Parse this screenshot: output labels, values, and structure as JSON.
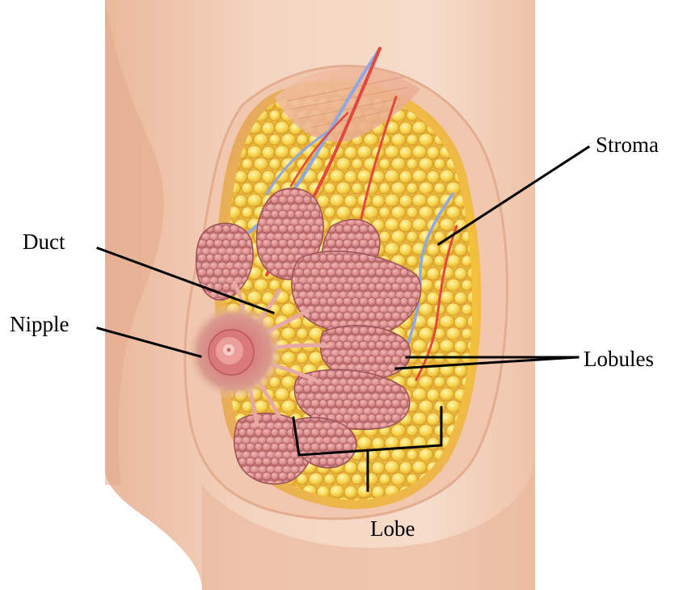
{
  "diagram": {
    "labels": {
      "stroma": "Stroma",
      "duct": "Duct",
      "nipple": "Nipple",
      "lobules": "Lobules",
      "lobe": "Lobe"
    }
  },
  "colors": {
    "skin": "#f2cdb4",
    "fat": "#f6cf3c",
    "lobule": "#d8898b",
    "vein": "#7f9fe0",
    "artery": "#e4473f",
    "areola": "#c96a6a"
  }
}
